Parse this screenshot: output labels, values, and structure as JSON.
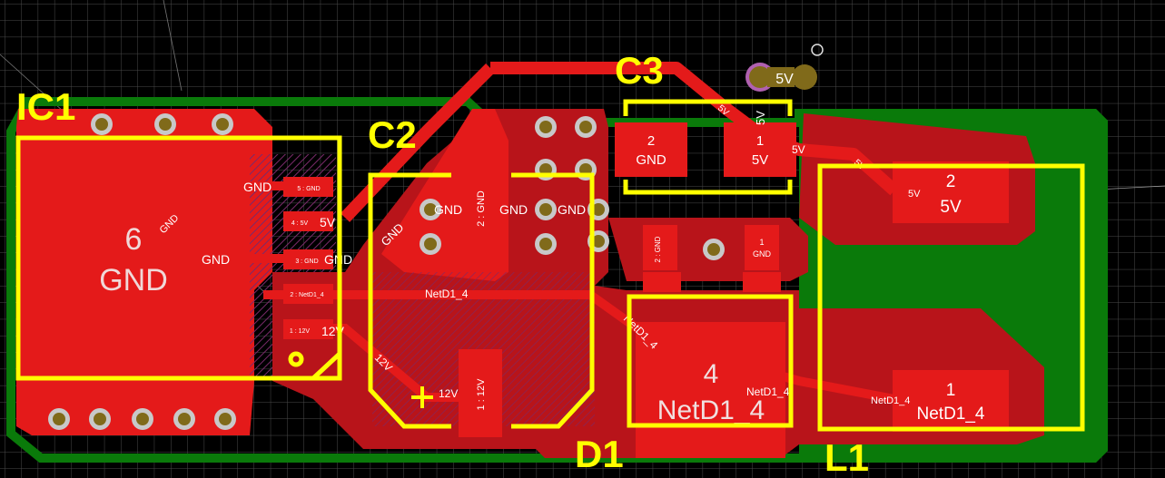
{
  "colors": {
    "background": "#000000",
    "grid": "#4a4a4a",
    "board_outline": "#0a7a0a",
    "copper": "#e41a1a",
    "copper_dim": "#b8141a",
    "silkscreen": "#ffff00",
    "via_ring": "#c8c8c8",
    "via_hole": "#806a1a",
    "pad_text": "#ffffff",
    "hatch": "#7a2a6a"
  },
  "designators": {
    "ic1": "IC1",
    "c2": "C2",
    "c3": "C3",
    "d1": "D1",
    "l1": "L1"
  },
  "ic1": {
    "pad6_number": "6",
    "pad6_net": "GND",
    "pin5": "5 : GND",
    "pin4": "4 : 5V",
    "pin3": "3 : GND",
    "pin2": "2 : NetD1_4",
    "pin1": "1 : 12V"
  },
  "c2": {
    "pin2": "2 : GND",
    "pin1": "1 : 12V",
    "polarity_mark": "+"
  },
  "c3": {
    "pad2_number": "2",
    "pad2_net": "GND",
    "pad1_number": "1",
    "pad1_net": "5V"
  },
  "d1": {
    "pad4_number": "4",
    "pad4_net": "NetD1_4"
  },
  "l1": {
    "pad2_number": "2",
    "pad2_net": "5V",
    "pad1_number": "1",
    "pad1_net": "NetD1_4"
  },
  "small_pads": {
    "left_pad": "2 : GND",
    "right_number": "1",
    "right_net": "GND"
  },
  "test_point": {
    "label": "5V"
  },
  "net_labels": {
    "gnd_a": "GND",
    "gnd_b": "GND",
    "gnd_c": "GND",
    "gnd_d": "GND",
    "gnd_e": "GND",
    "gnd_f": "GND",
    "gnd_g": "GND",
    "gnd_h": "GND",
    "fivev_a": "5V",
    "fivev_b": "5V",
    "fivev_c": "5V",
    "fivev_d": "5V",
    "fivev_e": "5V",
    "fivev_f": "5V",
    "twelvev_a": "12V",
    "twelvev_b": "12V",
    "twelvev_c": "12V",
    "netd1_a": "NetD1_4",
    "netd1_b": "NetD1_4",
    "netd1_c": "NetD1_4",
    "netd1_d": "NetD1_4"
  }
}
